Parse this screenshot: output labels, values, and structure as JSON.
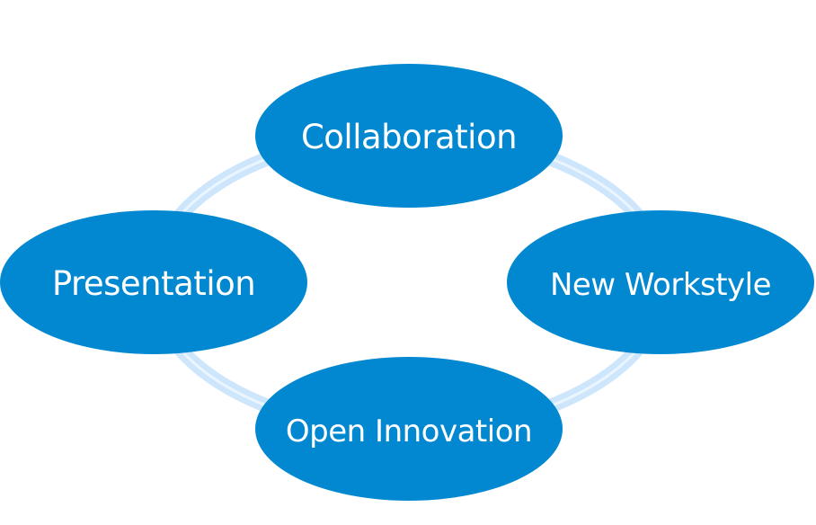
{
  "diagram": {
    "type": "cycle",
    "nodes": [
      {
        "id": "collaboration",
        "label": "Collaboration"
      },
      {
        "id": "new-workstyle",
        "label": "New Workstyle"
      },
      {
        "id": "open-innovation",
        "label": "Open Innovation"
      },
      {
        "id": "presentation",
        "label": "Presentation"
      }
    ],
    "colors": {
      "node_fill": "#0288d1",
      "ring": "#cde6fb",
      "ring_highlight": "#ebf5fe",
      "text": "#ffffff"
    }
  }
}
